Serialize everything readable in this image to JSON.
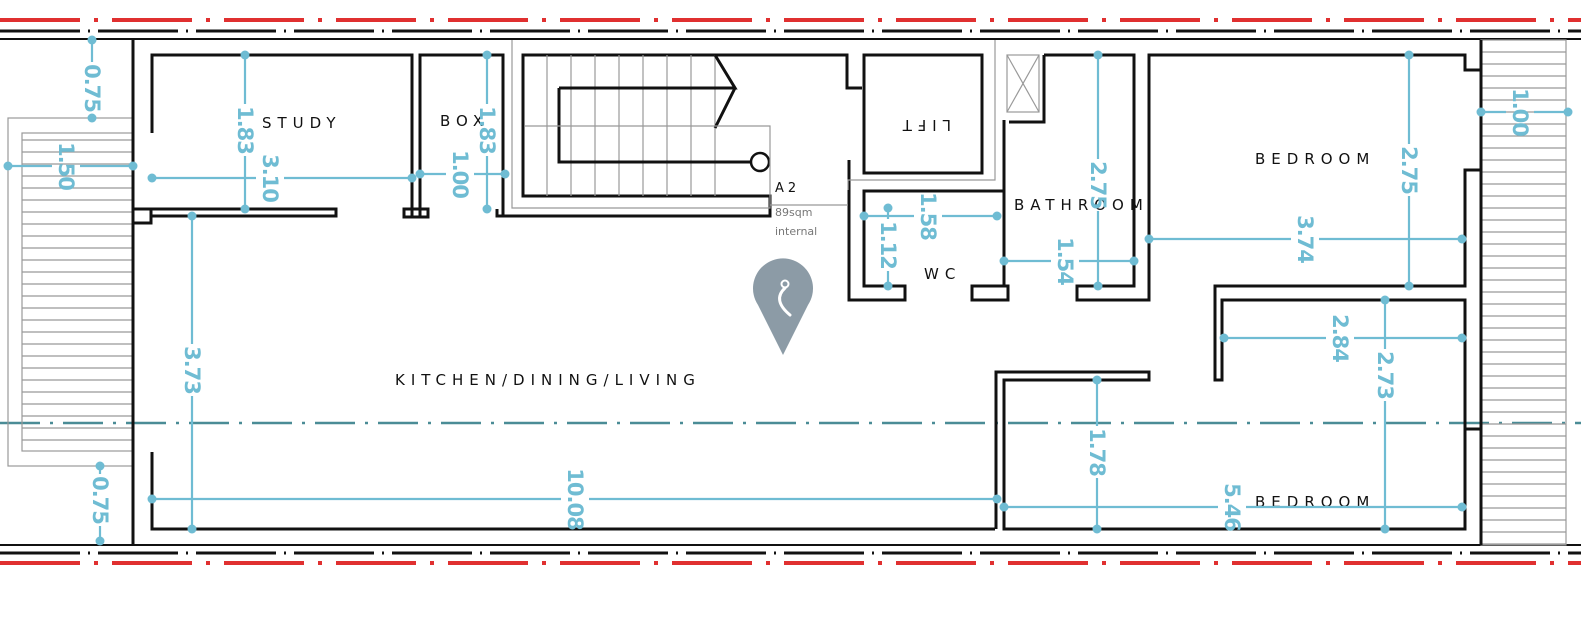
{
  "plan": {
    "unit_label": "A2",
    "area": "89sqm",
    "area_note": "internal",
    "colors": {
      "wall": "#111111",
      "dimension": "#6fbcd3",
      "boundary": "#e03030",
      "marker": "#8c9ba6",
      "axis": "#4a8c96"
    },
    "marker_icon": "location-pin-icon",
    "rooms": [
      {
        "label": "STUDY"
      },
      {
        "label": "BOX"
      },
      {
        "label": "LIFT"
      },
      {
        "label": "BATHROOM"
      },
      {
        "label": "WC"
      },
      {
        "label": "BEDROOM"
      },
      {
        "label": "KITCHEN/DINING/LIVING"
      },
      {
        "label": "BEDROOM"
      }
    ],
    "dimensions": [
      "0.75",
      "1.50",
      "1.83",
      "3.10",
      "1.00",
      "1.83",
      "3.73",
      "10.08",
      "0.75",
      "1.12",
      "1.58",
      "1.54",
      "2.75",
      "3.74",
      "2.75",
      "1.00",
      "2.84",
      "2.73",
      "1.78",
      "5.46"
    ]
  }
}
